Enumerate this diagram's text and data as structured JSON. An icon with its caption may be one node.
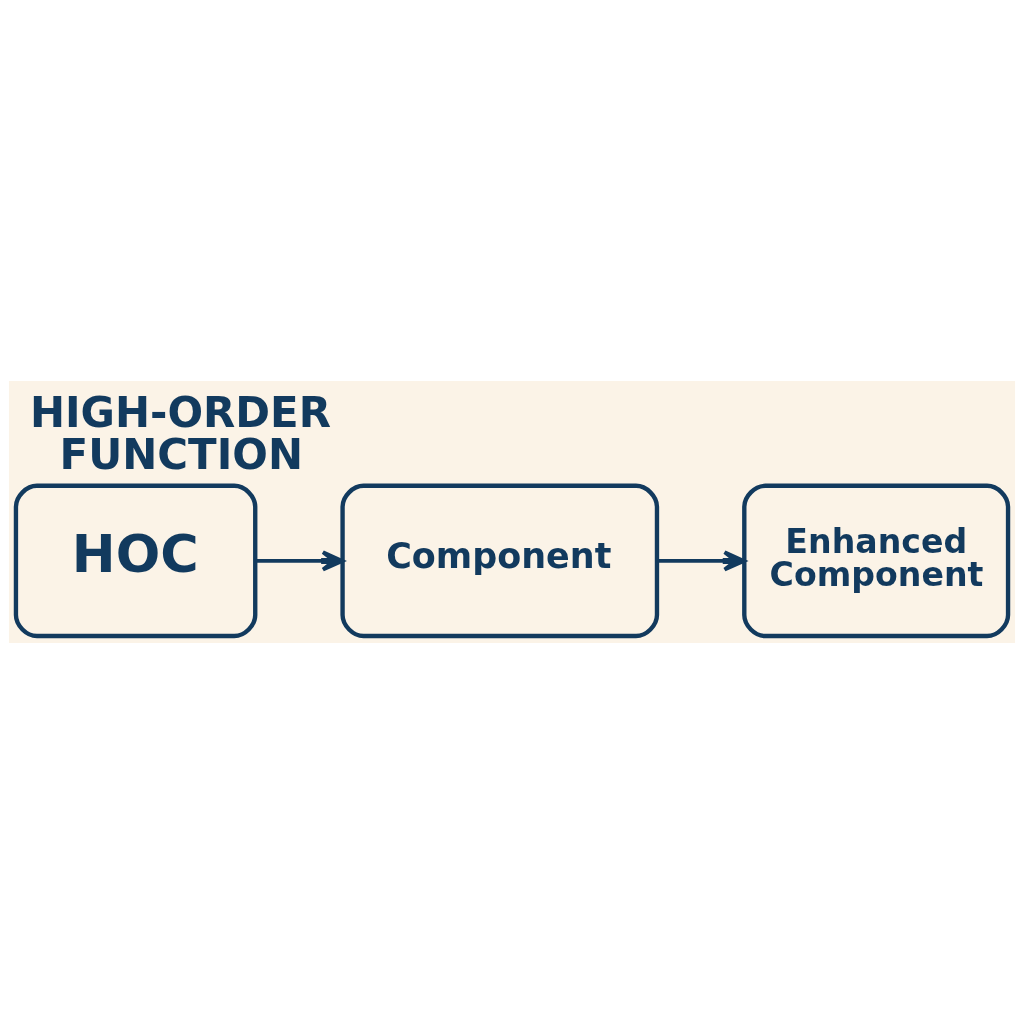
{
  "diagram": {
    "title": "HIGH-ORDER FUNCTION",
    "nodes": [
      {
        "text": [
          "HOC"
        ]
      },
      {
        "text": [
          "Component"
        ]
      },
      {
        "text": [
          "Enhanced Component"
        ]
      }
    ],
    "edges": [
      {
        "from": 0,
        "to": 1,
        "arrow": "to"
      },
      {
        "from": 1,
        "to": 2,
        "arrow": "to"
      }
    ]
  }
}
